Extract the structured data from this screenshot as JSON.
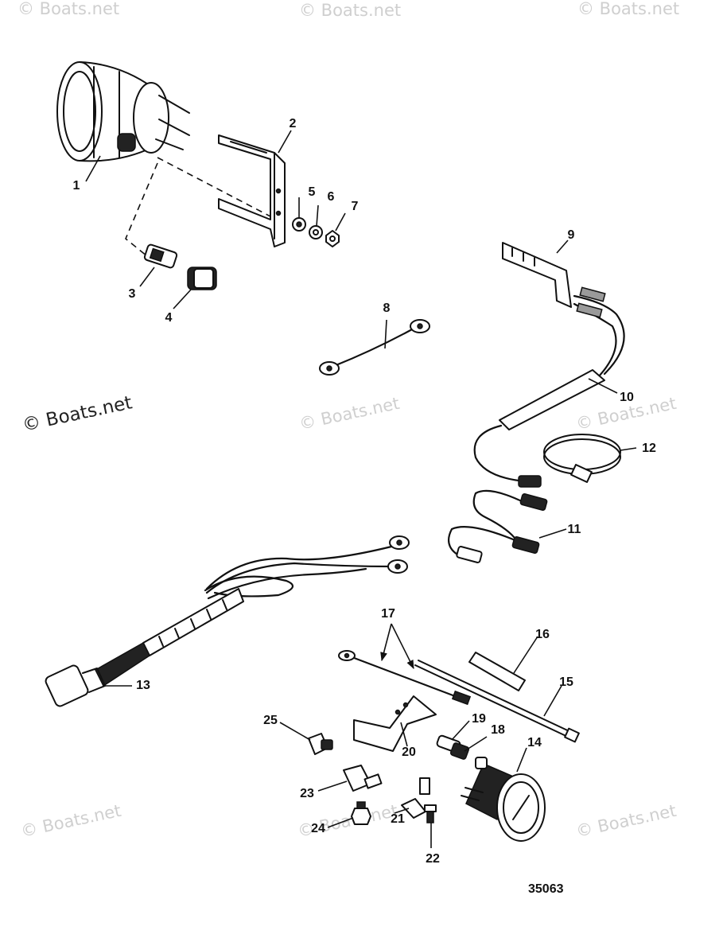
{
  "watermarks": {
    "top_left": "© Boats.net",
    "top_center": "© Boats.net",
    "top_right": "© Boats.net",
    "mid_left": "© Boats.net",
    "mid_center": "© Boats.net",
    "mid_right": "© Boats.net",
    "bottom_left": "© Boats.net",
    "bottom_center": "© Boats.net",
    "bottom_right": "© Boats.net"
  },
  "callouts": [
    "1",
    "2",
    "3",
    "4",
    "5",
    "6",
    "7",
    "8",
    "9",
    "10",
    "11",
    "12",
    "13",
    "14",
    "15",
    "16",
    "17",
    "18",
    "19",
    "20",
    "21",
    "22",
    "23",
    "24",
    "25"
  ],
  "figure_number": "35063"
}
